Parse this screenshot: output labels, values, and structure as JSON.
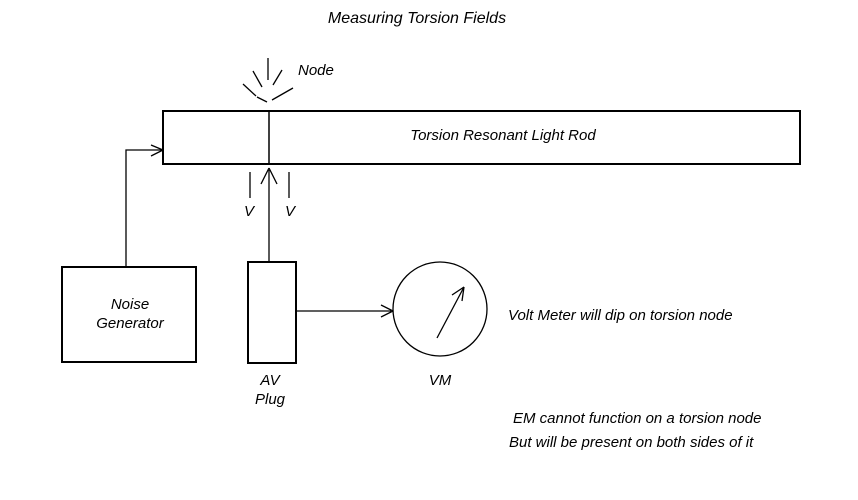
{
  "title": "Measuring Torsion Fields",
  "diagram": {
    "node_label": "Node",
    "rod_label": "Torsion Resonant Light Rod",
    "noise_generator": {
      "line1": "Noise",
      "line2": "Generator"
    },
    "v_arrow_left_label": "V",
    "v_arrow_right_label": "V",
    "av_plug": {
      "line1": "AV",
      "line2": "Plug"
    },
    "volt_meter_label": "VM"
  },
  "notes": {
    "volt_meter_note": "Volt Meter will dip on torsion node",
    "em_note_line1": "EM cannot function on a torsion node",
    "em_note_line2": "But will be present on both sides of it"
  },
  "colors": {
    "line": "#000000",
    "background": "#ffffff"
  }
}
